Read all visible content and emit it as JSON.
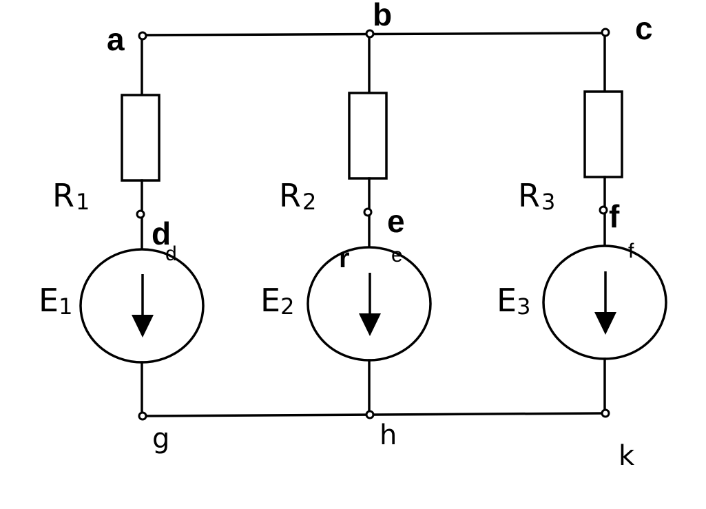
{
  "diagram": {
    "type": "electrical circuit",
    "description": "Three parallel branches, each with a resistor in series with a voltage source",
    "colors": {
      "stroke": "#000000",
      "background": "#ffffff"
    },
    "top_nodes": {
      "a": "a",
      "b": "b",
      "c": "c"
    },
    "mid_nodes": {
      "d": "d",
      "e": "e",
      "f": "f"
    },
    "bottom_nodes": {
      "g": "g",
      "h": "h",
      "k": "k"
    },
    "branches": [
      {
        "resistor": {
          "name": "R",
          "sub": "1"
        },
        "source": {
          "name": "E",
          "sub": "1",
          "arrow": "down"
        },
        "top": "a",
        "mid": "d",
        "bottom": "g"
      },
      {
        "resistor": {
          "name": "R",
          "sub": "2"
        },
        "source": {
          "name": "E",
          "sub": "2",
          "arrow": "down"
        },
        "top": "b",
        "mid": "e",
        "bottom": "h"
      },
      {
        "resistor": {
          "name": "R",
          "sub": "3"
        },
        "source": {
          "name": "E",
          "sub": "3",
          "arrow": "down"
        },
        "top": "c",
        "mid": "f",
        "bottom": "k"
      }
    ],
    "ghost_labels": {
      "d": "d",
      "e_partial": "r",
      "e2": "e",
      "f": "f"
    }
  }
}
